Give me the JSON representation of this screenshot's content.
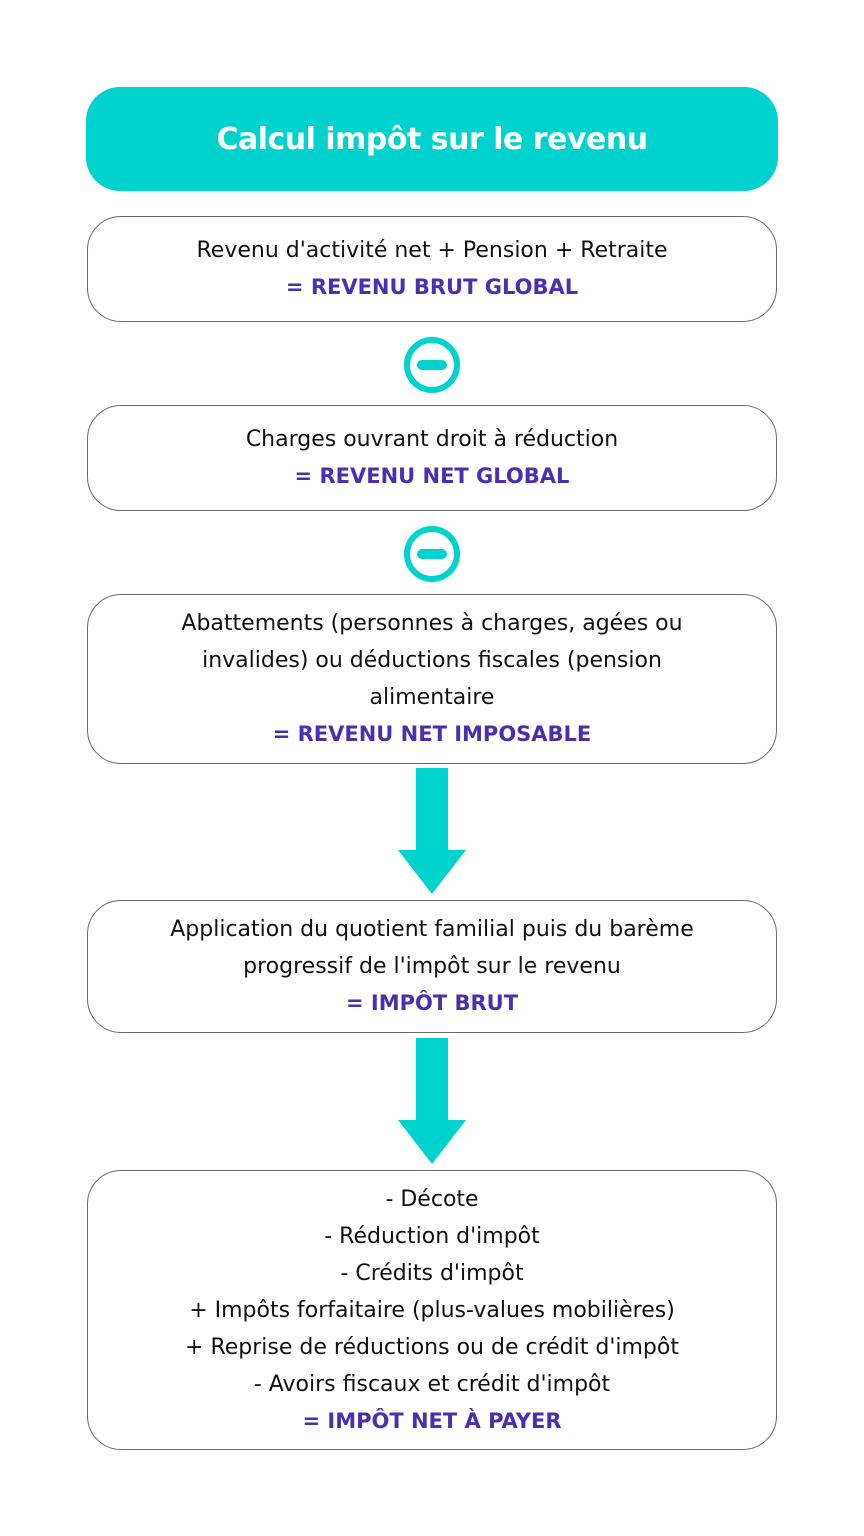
{
  "title": "Calcul impôt sur le revenu",
  "accent_color": "#00d2cd",
  "result_color": "#4a2fb0",
  "steps": [
    {
      "lines": [
        "Revenu d'activité net + Pension + Retraite"
      ],
      "result": "= REVENU BRUT GLOBAL"
    },
    {
      "lines": [
        "Charges ouvrant droit à réduction"
      ],
      "result": "= REVENU NET GLOBAL"
    },
    {
      "lines": [
        "Abattements (personnes à charges, agées ou",
        "invalides) ou déductions fiscales (pension",
        "alimentaire"
      ],
      "result": "= REVENU NET IMPOSABLE"
    },
    {
      "lines": [
        "Application du quotient familial puis du barème",
        "progressif de l'impôt sur le revenu"
      ],
      "result": "= IMPÔT BRUT"
    },
    {
      "lines": [
        "- Décote",
        "- Réduction d'impôt",
        "- Crédits d'impôt",
        "+ Impôts forfaitaire (plus-values mobilières)",
        "+ Reprise de réductions ou de crédit d'impôt",
        "- Avoirs fiscaux et crédit d'impôt"
      ],
      "result": "= IMPÔT NET À PAYER"
    }
  ],
  "connectors": [
    "minus-circle-icon",
    "minus-circle-icon",
    "down-arrow-icon",
    "down-arrow-icon"
  ]
}
